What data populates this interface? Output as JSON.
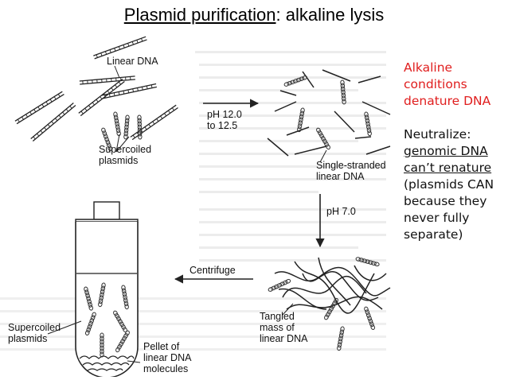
{
  "title": {
    "underlined": "Plasmid purification",
    "rest": ": alkaline lysis"
  },
  "figure": {
    "linear_dna": "Linear DNA",
    "supercoiled_1": "Supercoiled",
    "plasmids_1": "plasmids",
    "ph_high_1": "pH 12.0",
    "ph_high_2": "to 12.5",
    "single_stranded": "Single-stranded",
    "linear_dna_2": "linear DNA",
    "ph_neutral": "pH 7.0",
    "tangled_1": "Tangled",
    "tangled_2": "mass of",
    "tangled_3": "linear DNA",
    "centrifuge": "Centrifuge",
    "supercoiled_2": "Supercoiled",
    "plasmids_2": "plasmids",
    "pellet_1": "Pellet of",
    "pellet_2": "linear DNA",
    "pellet_3": "molecules"
  },
  "notes": {
    "red_lines": [
      "Alkaline",
      "conditions",
      "denature DNA"
    ],
    "neutralize": "Neutralize:",
    "underlined_1": "genomic DNA",
    "underlined_2": "can’t renature",
    "paren_lines": [
      "(plasmids CAN",
      "because they",
      "never fully",
      "separate)"
    ]
  },
  "colors": {
    "accent_red": "#e01e1e",
    "text": "#111111",
    "ink": "#222222"
  }
}
